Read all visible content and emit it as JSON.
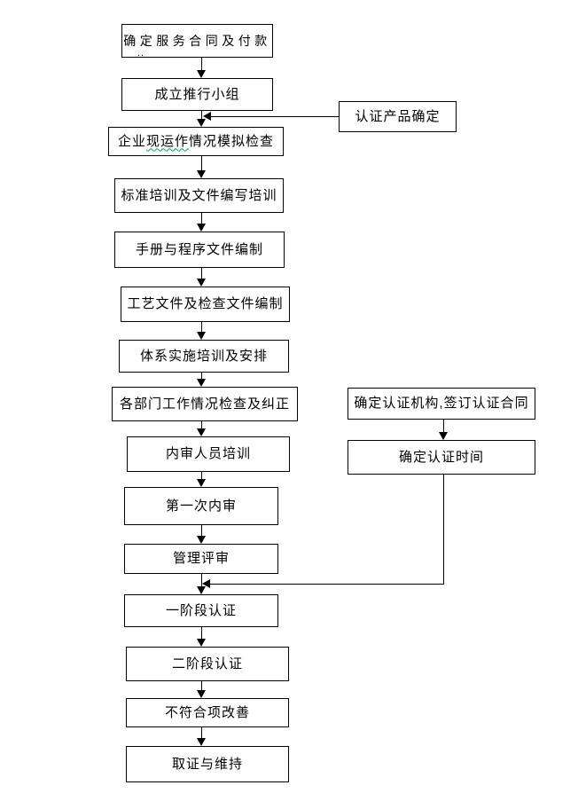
{
  "diagram": {
    "type": "flowchart",
    "background_color": "#ffffff",
    "line_color": "#000000",
    "spellcheck_underline_color": "#00a650",
    "nodes": {
      "step1": {
        "label": "确定服务合同及付款",
        "note": ".."
      },
      "step2": {
        "label": "成立推行小组"
      },
      "step3": {
        "pre": "企业",
        "underlined": "现运作",
        "post": "情况模拟检查"
      },
      "step4": {
        "label": "标准培训及文件编写培训"
      },
      "step5": {
        "label": "手册与程序文件编制"
      },
      "step6": {
        "label": "工艺文件及检查文件编制"
      },
      "step7": {
        "label": "体系实施培训及安排"
      },
      "step8": {
        "label": "各部门工作情况检查及纠正"
      },
      "step9": {
        "label": "内审人员培训"
      },
      "step10": {
        "label": "第一次内审"
      },
      "step11": {
        "label": "管理评审"
      },
      "step12": {
        "label": "一阶段认证"
      },
      "step13": {
        "label": "二阶段认证"
      },
      "step14": {
        "label": "不符合项改善"
      },
      "step15": {
        "label": "取证与维持"
      },
      "side_product": {
        "label": "认证产品确定"
      },
      "side_body": {
        "label": "确定认证机构,签订认证合同"
      },
      "side_time": {
        "label": "确定认证时间"
      }
    }
  }
}
